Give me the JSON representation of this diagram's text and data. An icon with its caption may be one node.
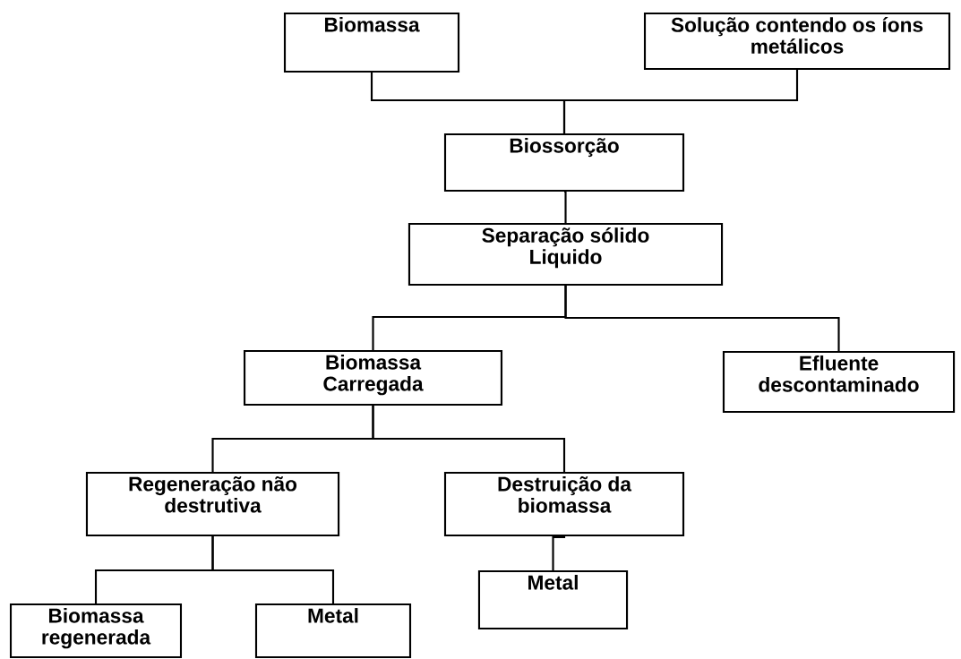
{
  "diagram": {
    "nodes": [
      {
        "text": [
          "Biomassa"
        ]
      },
      {
        "text": [
          "Solução contendo os íons metálicos"
        ]
      },
      {
        "text": [
          "Biossorção"
        ]
      },
      {
        "text": [
          "Separação sólido Liquido"
        ]
      },
      {
        "text": [
          "Biomassa Carregada"
        ]
      },
      {
        "text": [
          "Efluente descontaminado"
        ]
      },
      {
        "text": [
          "Regeneração não destrutiva"
        ]
      },
      {
        "text": [
          "Destruição da biomassa"
        ]
      },
      {
        "text": [
          "Biomassa regenerada"
        ]
      },
      {
        "text": [
          "Metal"
        ]
      },
      {
        "text": [
          "Metal"
        ]
      }
    ],
    "edges": [
      {
        "from": 0,
        "to": 2,
        "arrow": "none"
      },
      {
        "from": 1,
        "to": 2,
        "arrow": "none"
      },
      {
        "from": 2,
        "to": 3,
        "arrow": "none"
      },
      {
        "from": 3,
        "to": 4,
        "arrow": "none"
      },
      {
        "from": 3,
        "to": 5,
        "arrow": "none"
      },
      {
        "from": 4,
        "to": 6,
        "arrow": "none"
      },
      {
        "from": 4,
        "to": 7,
        "arrow": "none"
      },
      {
        "from": 6,
        "to": 8,
        "arrow": "none"
      },
      {
        "from": 6,
        "to": 9,
        "arrow": "none"
      },
      {
        "from": 7,
        "to": 10,
        "arrow": "none"
      }
    ]
  }
}
